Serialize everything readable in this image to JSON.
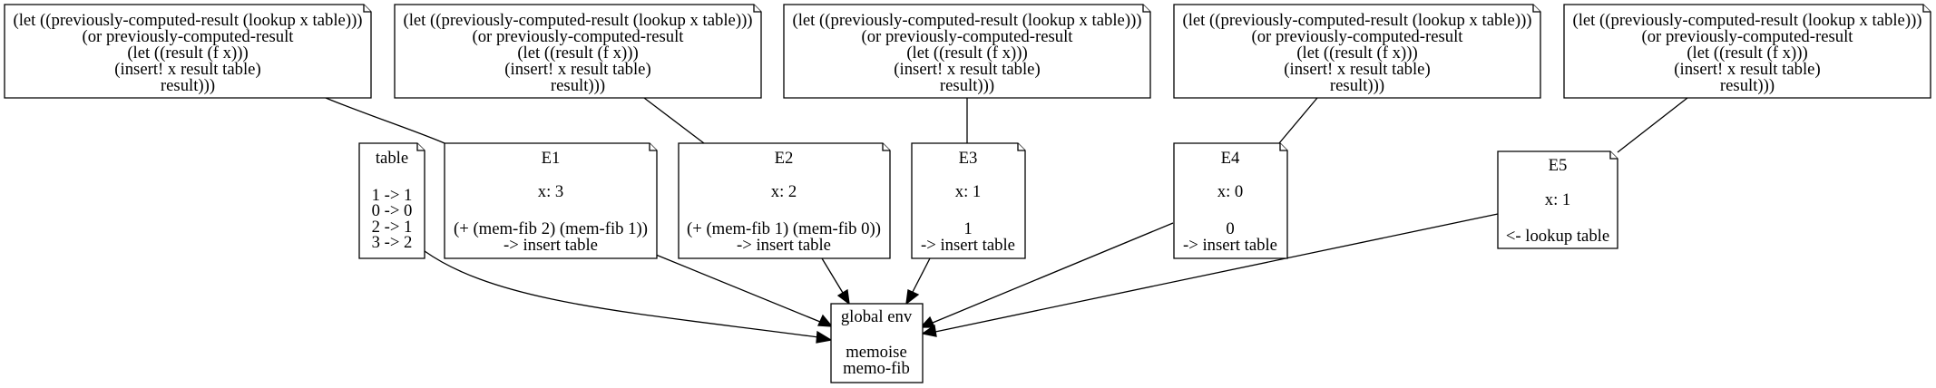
{
  "colors": {
    "background": "#ffffff",
    "stroke": "#000000",
    "text": "#000000"
  },
  "code_notes": [
    {
      "lines": [
        "(let ((previously-computed-result (lookup x table)))",
        "(or previously-computed-result",
        "(let ((result (f x)))",
        "(insert! x result table)",
        "result)))"
      ]
    },
    {
      "lines": [
        "(let ((previously-computed-result (lookup x table)))",
        "(or previously-computed-result",
        "(let ((result (f x)))",
        "(insert! x result table)",
        "result)))"
      ]
    },
    {
      "lines": [
        "(let ((previously-computed-result (lookup x table)))",
        "(or previously-computed-result",
        "(let ((result (f x)))",
        "(insert! x result table)",
        "result)))"
      ]
    },
    {
      "lines": [
        "(let ((previously-computed-result (lookup x table)))",
        "(or previously-computed-result",
        "(let ((result (f x)))",
        "(insert! x result table)",
        "result)))"
      ]
    },
    {
      "lines": [
        "(let ((previously-computed-result (lookup x table)))",
        "(or previously-computed-result",
        "(let ((result (f x)))",
        "(insert! x result table)",
        "result)))"
      ]
    }
  ],
  "table_note": {
    "lines": [
      "table",
      "",
      "1 -> 1",
      "0 -> 0",
      "2 -> 1",
      "3 -> 2"
    ]
  },
  "environments": [
    {
      "lines": [
        "E1",
        "",
        "x: 3",
        "",
        "(+ (mem-fib 2) (mem-fib 1))",
        "-> insert table"
      ]
    },
    {
      "lines": [
        "E2",
        "",
        "x: 2",
        "",
        "(+ (mem-fib 1) (mem-fib 0))",
        "-> insert table"
      ]
    },
    {
      "lines": [
        "E3",
        "",
        "x: 1",
        "",
        "1",
        "-> insert table"
      ]
    },
    {
      "lines": [
        "E4",
        "",
        "x: 0",
        "",
        "0",
        "-> insert table"
      ]
    },
    {
      "lines": [
        "E5",
        "",
        "x: 1",
        "",
        "<- lookup table"
      ]
    }
  ],
  "global_env": {
    "lines": [
      "global env",
      "",
      "memoise",
      "memo-fib"
    ]
  }
}
